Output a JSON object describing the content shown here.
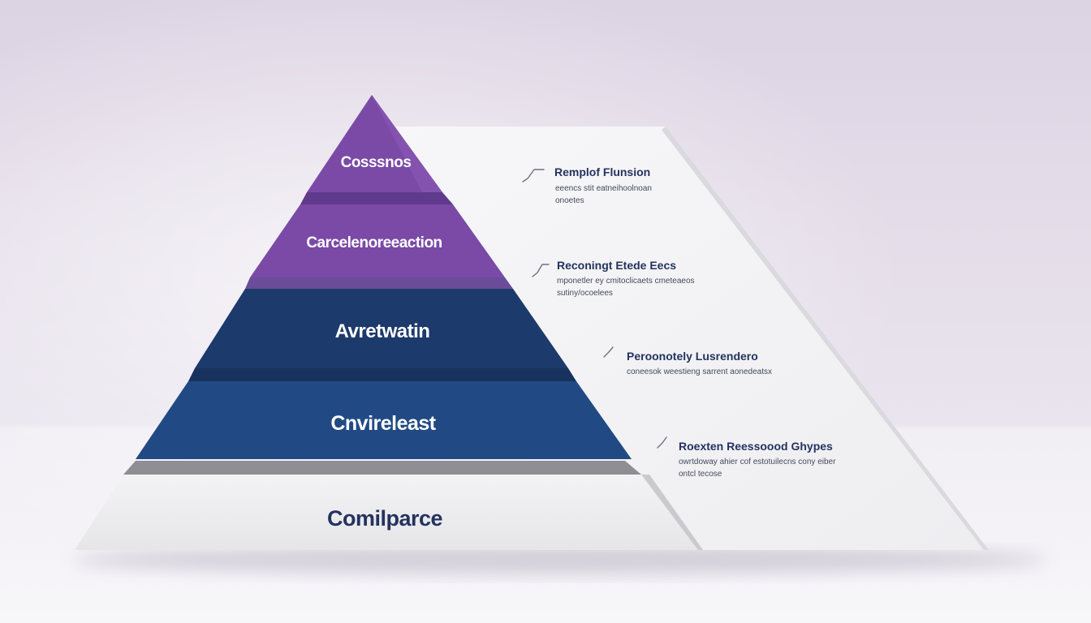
{
  "colors": {
    "tier_1": "#7a4aa6",
    "tier_2": "#7a4aa6",
    "tier_3": "#1c3a6b",
    "tier_4": "#214a84",
    "tier_5": "#efeff1",
    "label_light": "#ffffff",
    "label_dark": "#24335e"
  },
  "pyramid": {
    "tiers": [
      {
        "label": "Cosssnos"
      },
      {
        "label": "Carcelenoreeaction"
      },
      {
        "label": "Avretwatin"
      },
      {
        "label": "Cnvireleast"
      },
      {
        "label": "Comilparce"
      }
    ]
  },
  "notes": [
    {
      "icon": "checkmark-icon",
      "title": "Remplof Flunsion",
      "desc_1": "eeencs stit eatneihoolnoan",
      "desc_2": "onoetes"
    },
    {
      "icon": "checkmark-icon",
      "title": "Reconingt Etede Eecs",
      "desc_1": "mponetler ey cmitoclicaets cmeteaeos",
      "desc_2": "sutiny/ocoelees"
    },
    {
      "icon": "checkmark-icon",
      "title": "Peroonotely Lusrendero",
      "desc_1": "coneesok weestieng sarrent aonedeatsx",
      "desc_2": ""
    },
    {
      "icon": "checkmark-icon",
      "title": "Roexten Reessoood Ghypes",
      "desc_1": "owrtdoway ahier cof estotuilecns cony eiber",
      "desc_2": "ontcl tecose"
    }
  ]
}
